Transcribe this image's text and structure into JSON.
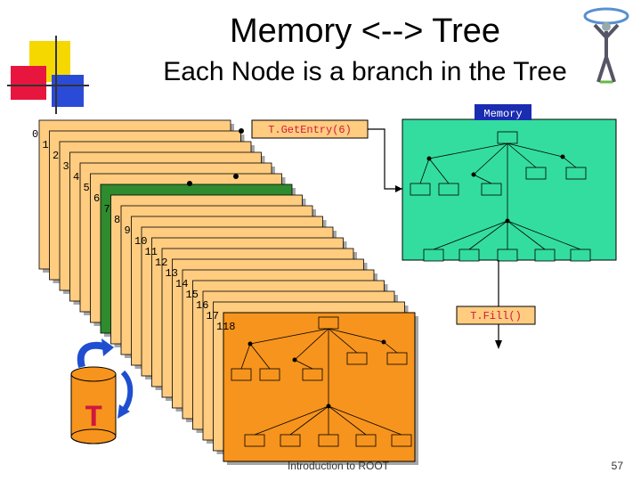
{
  "slide": {
    "title": "Memory <--> Tree",
    "subtitle": "Each Node is a branch in the Tree",
    "footer": "Introduction to ROOT",
    "page_number": "57"
  },
  "memory_box": {
    "label": "Memory",
    "fill": "#33dd9f"
  },
  "calls": {
    "get_entry": "T.GetEntry(6)",
    "fill": "T.Fill()"
  },
  "entries": {
    "labels": [
      "0",
      "1",
      "2",
      "3",
      "4",
      "5",
      "6",
      "7",
      "8",
      "9",
      "10",
      "11",
      "12",
      "13",
      "14",
      "15",
      "16",
      "17",
      "18"
    ],
    "highlighted_index": 6,
    "page_fill": "#ffcc80",
    "highlight_fill": "#2e8b2e"
  },
  "front_tree_fill": "#f7941d",
  "tape": {
    "label": "T",
    "fill": "#f7941d"
  },
  "colors": {
    "deco_yellow": "#f5d800",
    "deco_red": "#e8163e",
    "deco_blue": "#2a4bd7",
    "arrow_blue": "#1f4fd0"
  }
}
